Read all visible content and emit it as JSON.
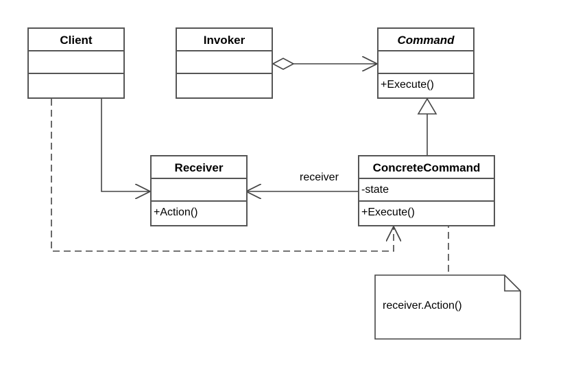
{
  "classes": {
    "client": {
      "name": "Client",
      "attributes": "",
      "operations": ""
    },
    "invoker": {
      "name": "Invoker",
      "attributes": "",
      "operations": ""
    },
    "command": {
      "name": "Command",
      "attributes": "",
      "operations": "+Execute()"
    },
    "receiver": {
      "name": "Receiver",
      "attributes": "",
      "operations": "+Action()"
    },
    "concrete_command": {
      "name": "ConcreteCommand",
      "attributes": "-state",
      "operations": "+Execute()"
    }
  },
  "associations": {
    "receiver_label": "receiver"
  },
  "note": {
    "text": "receiver.Action()"
  },
  "colors": {
    "line": "#555555",
    "background": "#ffffff"
  }
}
